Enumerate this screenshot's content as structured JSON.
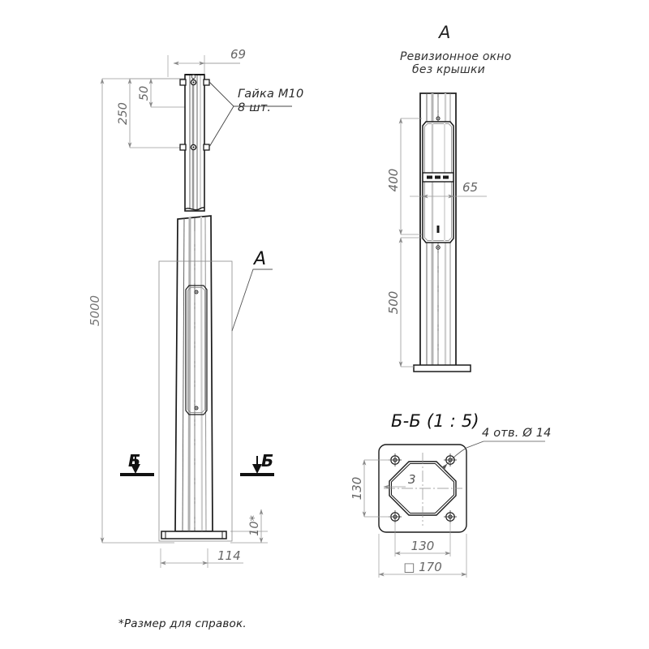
{
  "drawing": {
    "type": "engineering-drawing",
    "subject": "Octagonal steel lighting pole, 5000 mm, with inspection window and square base flange",
    "language": "ru"
  },
  "main_view": {
    "name": "main-elevation",
    "dimensions": {
      "overall_height": "5000",
      "top_width": "69",
      "nut_group_span": "250",
      "nut_spacing": "50",
      "base_plate_thickness": "10*",
      "base_plate_width": "114"
    },
    "callouts": {
      "nut_label_line1": "Гайка М10",
      "nut_label_line2": "8 шт.",
      "detail_marker": "A"
    },
    "section_marks": {
      "left": "Б",
      "right": "Б"
    }
  },
  "detail_a": {
    "title": "A",
    "note_line1": "Ревизионное окно",
    "note_line2": "без крышки",
    "dimensions": {
      "window_height": "400",
      "window_width": "65",
      "window_to_base": "500"
    }
  },
  "section_bb": {
    "title": "Б-Б (1 : 5)",
    "hole_note": "4 отв. Ø 14",
    "dimensions": {
      "bolt_pitch_vertical": "130",
      "bolt_pitch_horizontal": "130",
      "plate_size": "□ 170",
      "wall_thickness": "3"
    }
  },
  "footnote": {
    "text": "*Размер для справок."
  },
  "colors": {
    "line": "#1a1a1a",
    "thin_line": "#555555",
    "dim_line": "#8a8a8a",
    "fill": "#ffffff",
    "shade": "#d9d9d9"
  }
}
